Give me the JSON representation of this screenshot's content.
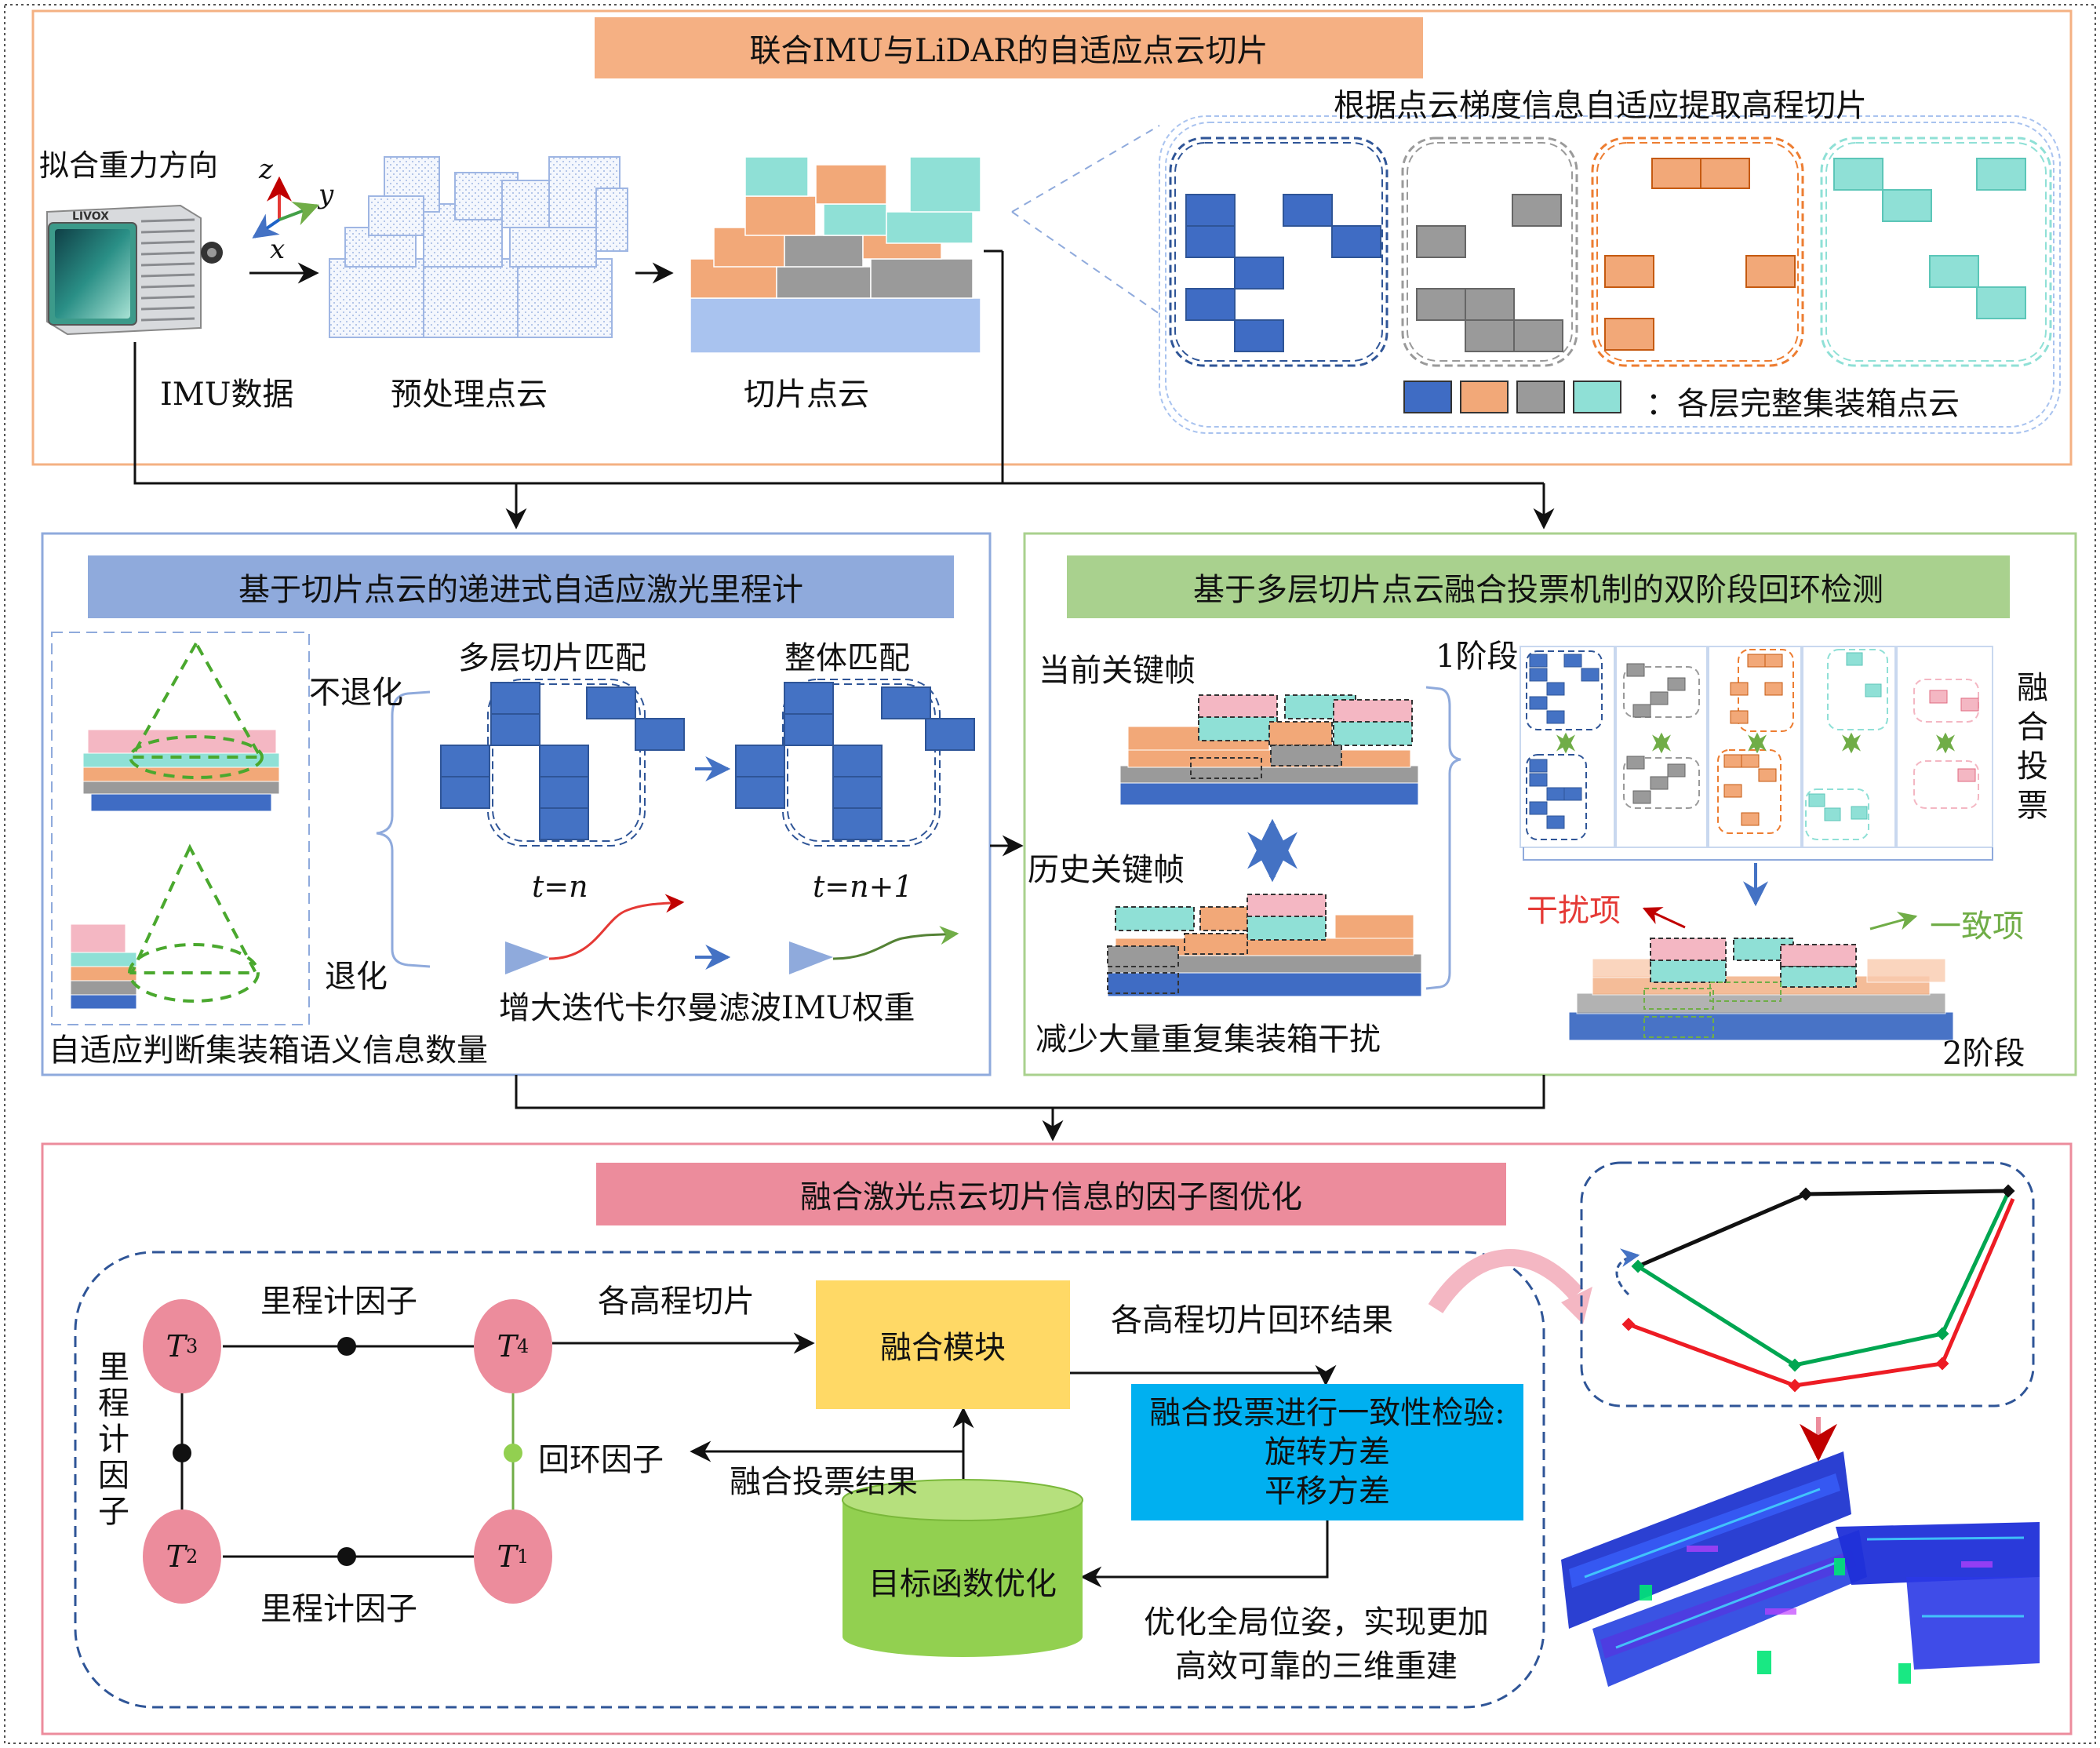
{
  "top": {
    "title": "联合IMU与LiDAR的自适应点云切片",
    "gravity_label": "拟合重力方向",
    "imu_label": "IMU数据",
    "preprocess_label": "预处理点云",
    "slice_label": "切片点云",
    "gradient_title": "根据点云梯度信息自适应提取高程切片",
    "legend_label": "：各层完整集装箱点云",
    "axis_z": "z",
    "axis_y": "y",
    "axis_x": "x",
    "device_brand": "LIVOX",
    "layer_colors": [
      "#3f6cc4",
      "#f2a878",
      "#9a9a9a",
      "#8fe0d6"
    ]
  },
  "left_mid": {
    "title": "基于切片点云的递进式自适应激光里程计",
    "non_degenerate": "不退化",
    "degenerate": "退化",
    "multi_layer_match": "多层切片匹配",
    "whole_match": "整体匹配",
    "t_n": "t=n",
    "t_n1": "t=n+1",
    "imu_weight": "增大迭代卡尔曼滤波IMU权重",
    "semantic_count": "自适应判断集装箱语义信息数量"
  },
  "right_mid": {
    "title": "基于多层切片点云融合投票机制的双阶段回环检测",
    "current_kf": "当前关键帧",
    "history_kf": "历史关键帧",
    "reduce_interference": "减少大量重复集装箱干扰",
    "stage1": "1阶段",
    "stage2": "2阶段",
    "fusion_vote": [
      "融",
      "合",
      "投",
      "票"
    ],
    "interference": "干扰项",
    "consistent": "一致项"
  },
  "bottom": {
    "title": "融合激光点云切片信息的因子图优化",
    "odom_factor_top": "里程计因子",
    "odom_factor_bottom": "里程计因子",
    "odom_factor_left": [
      "里",
      "程",
      "计",
      "因",
      "子"
    ],
    "loop_factor": "回环因子",
    "elev_slices": "各高程切片",
    "fusion_module": "融合模块",
    "slice_loop_results": "各高程切片回环结果",
    "vote_result": "融合投票结果",
    "consistency_title": "融合投票进行一致性检验:",
    "rot_var": "旋转方差",
    "trans_var": "平移方差",
    "objective": "目标函数优化",
    "optimize_text_1": "优化全局位姿，实现更加",
    "optimize_text_2": "高效可靠的三维重建",
    "nodes": {
      "t3": "T",
      "t3_sub": "3",
      "t4": "T",
      "t4_sub": "4",
      "t2": "T",
      "t2_sub": "2",
      "t1": "T",
      "t1_sub": "1"
    }
  },
  "colors": {
    "orange_banner": "#f5b083",
    "blue_banner": "#8faadc",
    "green_banner": "#a9d18e",
    "pink_banner": "#ec8c9c",
    "yellow_box": "#ffd966",
    "cyan_box": "#00b0f0",
    "green_cyl": "#92d050"
  }
}
